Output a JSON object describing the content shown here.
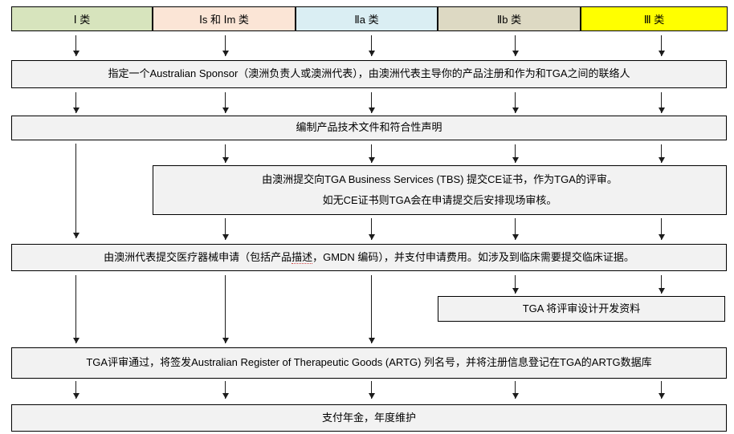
{
  "flowchart": {
    "title_implied": "TGA medical device registration flow",
    "categories": [
      {
        "label": "Ⅰ 类",
        "color": "#d7e4bd"
      },
      {
        "label": "Ⅰs 和 Ⅰm 类",
        "color": "#fbe5d6"
      },
      {
        "label": "Ⅱa 类",
        "color": "#daeef3"
      },
      {
        "label": "Ⅱb 类",
        "color": "#ddd9c3"
      },
      {
        "label": "Ⅲ 类",
        "color": "#ffff00"
      }
    ],
    "steps": {
      "sponsor": "指定一个Australian Sponsor（澳洲负责人或澳洲代表），由澳洲代表主导你的产品注册和作为和TGA之间的联络人",
      "technical_file": "编制产品技术文件和符合性声明",
      "tbs_line1": "由澳洲提交向TGA Business Services (TBS) 提交CE证书，作为TGA的评审。",
      "tbs_line2": "如无CE证书则TGA会在申请提交后安排现场审核。",
      "application_pre": "由澳洲代表提交医疗器械申请（包括产品",
      "application_spellchecked_word": "描述",
      "application_post": "，GMDN 编码），并支付申请费用。如涉及到临床需要提交临床证据。",
      "design_review": "TGA 将评审设计开发资料",
      "artg": "TGA评审通过，将签发Australian Register of Therapeutic Goods (ARTG) 列名号，并将注册信息登记在TGA的ARTG数据库",
      "annual_fee": "支付年金，年度维护"
    },
    "style": {
      "process_box_bg": "#f2f2f2",
      "border_color": "#000000"
    }
  }
}
